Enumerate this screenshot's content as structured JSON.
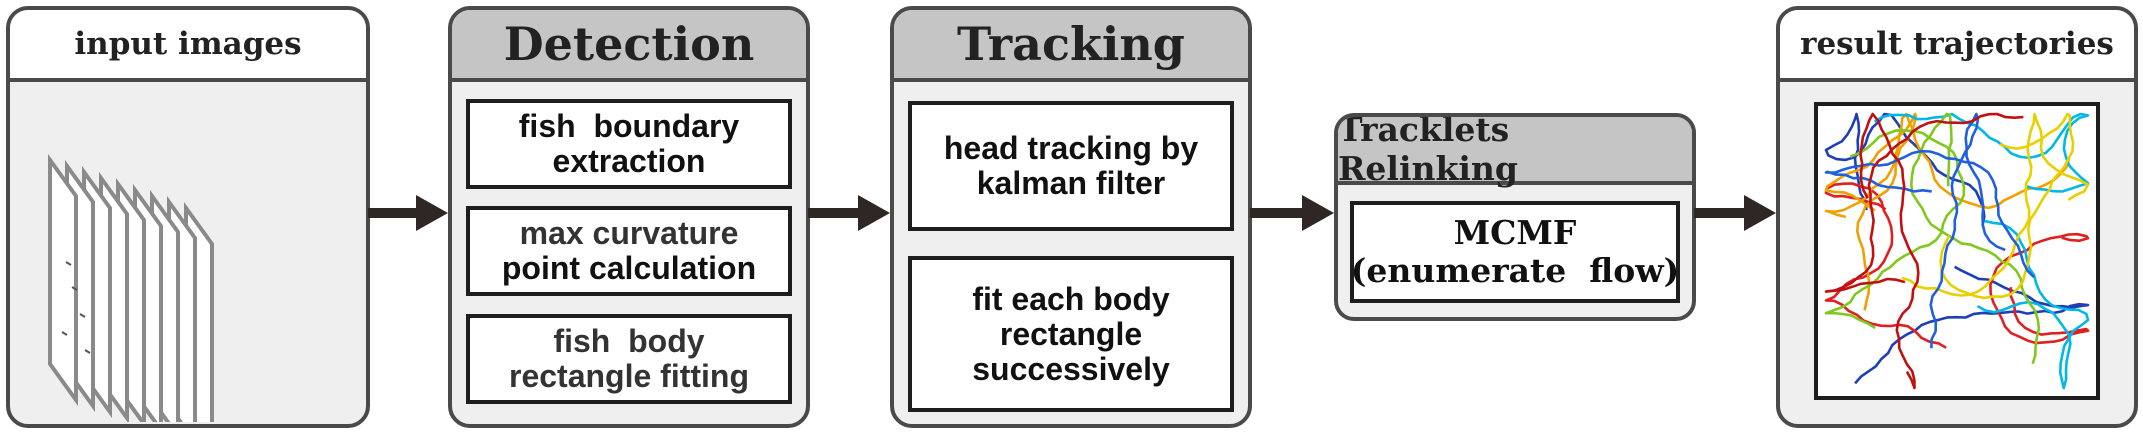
{
  "panels": {
    "input": {
      "title": "input images"
    },
    "detection": {
      "title": "Detection",
      "boxes": [
        {
          "lines": [
            "fish  boundary",
            "extraction"
          ]
        },
        {
          "lines": [
            "max curvature",
            "point calculation"
          ]
        },
        {
          "lines": [
            "fish  body",
            "rectangle fitting"
          ]
        }
      ]
    },
    "tracking": {
      "title": "Tracking",
      "boxes": [
        {
          "lines": [
            "head tracking by",
            "kalman filter"
          ]
        },
        {
          "lines": [
            "fit each body",
            "rectangle",
            "successively"
          ]
        }
      ]
    },
    "relinking": {
      "title": "Tracklets Relinking",
      "box": {
        "lines": [
          "MCMF",
          "(enumerate  flow)"
        ]
      }
    },
    "result": {
      "title": "result trajectories"
    }
  },
  "colors": {
    "panel_fill": "#efefef",
    "panel_border": "#4a4a4a",
    "header_gray": "#c5c5c5",
    "arrow": "#2f2724",
    "trajectory_colors": [
      "#1f3fb5",
      "#e02020",
      "#f0a000",
      "#00b8e8",
      "#80c820",
      "#e8d000",
      "#2060e0",
      "#c01010"
    ]
  },
  "icons": [
    "image-stack-icon",
    "trajectory-plot-icon",
    "arrow-right-icon"
  ]
}
